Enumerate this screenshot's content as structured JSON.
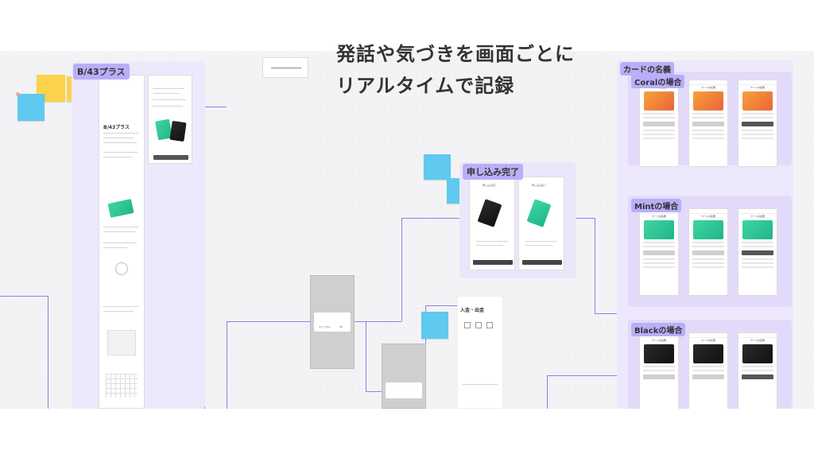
{
  "headline": {
    "line1": "発話や気づきを画面ごとに",
    "line2": "リアルタイムで記録"
  },
  "tags": {
    "plan": "B/43プラス",
    "card_names": "カードの名義",
    "coral": "Coralの場合",
    "mint": "Mintの場合",
    "black": "Blackの場合",
    "applied": "申し込み完了"
  },
  "screens": {
    "plan_title": "B/43プラス",
    "deposit_label": "入金・出金",
    "coral_screen_title": "カードの名義",
    "apply_done": "申し込み完了",
    "confirm_primary": "OK",
    "confirm_secondary": "キャンセル"
  },
  "colors": {
    "accent": "#8f7fe8",
    "tag_bg": "#b9aef7",
    "sticky_blue": "#5fc9ef",
    "sticky_yellow": "#fbd24c",
    "coral": "#e9643a",
    "mint": "#1fb58a",
    "black": "#111111"
  },
  "icons": [
    "avatar-icon",
    "wallet-icon",
    "card-icon"
  ]
}
